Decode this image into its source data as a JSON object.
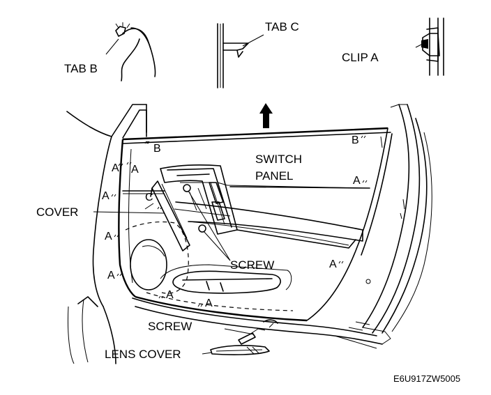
{
  "labels": {
    "tab_b": "TAB B",
    "tab_c": "TAB C",
    "clip_a": "CLIP A",
    "switch_panel_line1": "SWITCH",
    "switch_panel_line2": "PANEL",
    "cover": "COVER",
    "screw_upper": "SCREW",
    "screw_lower": "SCREW",
    "lens_cover": "LENS COVER",
    "code": "E6U917ZW5005"
  },
  "clip_marks": {
    "a": "A",
    "b": "B",
    "c": "C"
  }
}
